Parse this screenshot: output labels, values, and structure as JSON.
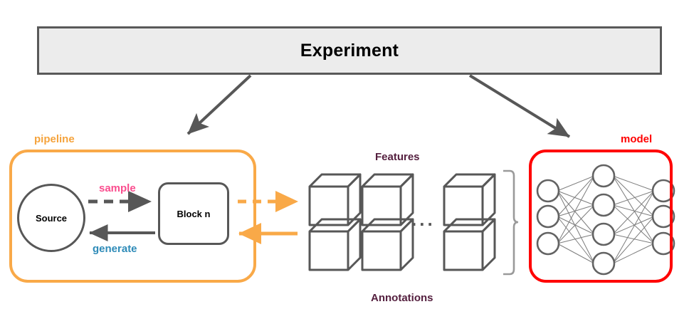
{
  "diagram": {
    "header": {
      "title": "Experiment"
    },
    "pipeline": {
      "group_label": "pipeline",
      "group_color": "#f5a33c",
      "border_color": "#f9a948",
      "nodes": [
        {
          "id": "source",
          "label": "Source",
          "shape": "circle"
        },
        {
          "id": "block-n",
          "label": "Block n",
          "shape": "rounded-rect"
        }
      ],
      "edges": [
        {
          "id": "sample",
          "label": "sample",
          "color": "#fa4d8e",
          "style": "dashed",
          "direction": "source-to-block"
        },
        {
          "id": "generate",
          "label": "generate",
          "color": "#2e8bb8",
          "style": "solid",
          "direction": "block-to-source"
        }
      ]
    },
    "data": {
      "features_label": "Features",
      "annotations_label": "Annotations",
      "ellipsis": "...",
      "label_color": "#55203f",
      "cube_color": "#575757",
      "rows": [
        {
          "name": "features",
          "cube_count": 3,
          "truncated": true
        },
        {
          "name": "annotations",
          "cube_count": 3,
          "truncated": true
        }
      ],
      "brace_color": "#999999"
    },
    "model": {
      "group_label": "model",
      "group_color": "#ff0000",
      "border_color": "#ff0000",
      "network": {
        "layers": [
          {
            "name": "input",
            "node_count": 3
          },
          {
            "name": "hidden",
            "node_count": 4
          },
          {
            "name": "output",
            "node_count": 3
          }
        ],
        "node_stroke": "#575757",
        "edge_stroke": "#777777"
      }
    },
    "connectors": {
      "experiment_to_pipeline": {
        "color": "#575757",
        "style": "solid"
      },
      "experiment_to_model": {
        "color": "#575757",
        "style": "solid"
      },
      "pipeline_to_data": {
        "color": "#f9a948",
        "style": "dashed"
      },
      "data_to_pipeline": {
        "color": "#f9a948",
        "style": "solid"
      }
    }
  }
}
